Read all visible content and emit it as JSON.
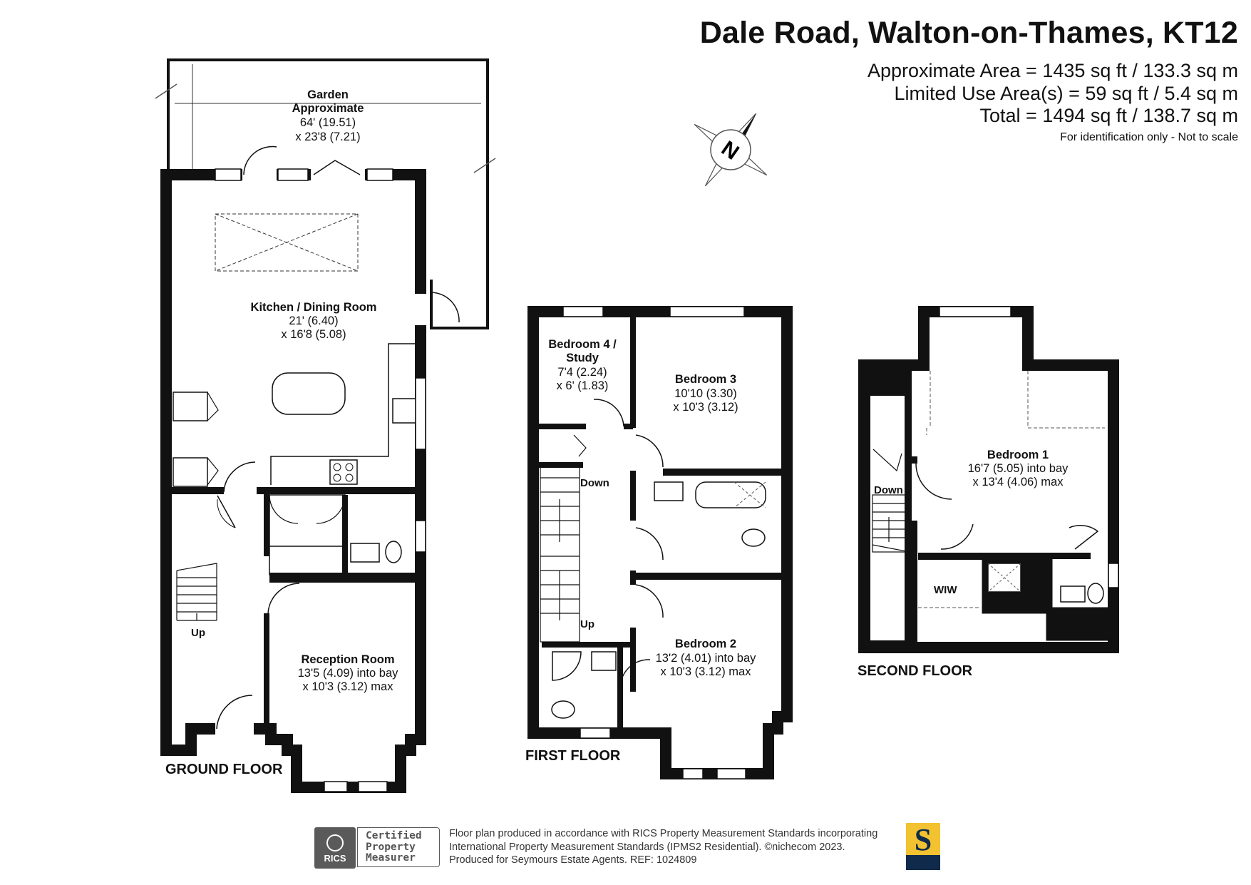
{
  "header": {
    "title": "Dale Road, Walton-on-Thames, KT12",
    "area_approx": "Approximate Area = 1435 sq ft / 133.3 sq m",
    "area_limited": "Limited Use Area(s) = 59 sq ft / 5.4 sq m",
    "area_total": "Total = 1494 sq ft / 138.7 sq m",
    "disclaimer": "For identification only - Not to scale"
  },
  "compass": {
    "label": "N"
  },
  "ground_floor": {
    "floor_label": "GROUND FLOOR",
    "garden": {
      "name": "Garden",
      "name2": "Approximate",
      "dim1": "64' (19.51)",
      "dim2": "x 23'8 (7.21)"
    },
    "kitchen": {
      "name": "Kitchen / Dining Room",
      "dim1": "21' (6.40)",
      "dim2": "x 16'8 (5.08)"
    },
    "reception": {
      "name": "Reception Room",
      "dim1": "13'5 (4.09) into bay",
      "dim2": "x 10'3 (3.12) max"
    },
    "stairs_label": "Up"
  },
  "first_floor": {
    "floor_label": "FIRST FLOOR",
    "bedroom4": {
      "name": "Bedroom 4 /",
      "name2": "Study",
      "dim1": "7'4 (2.24)",
      "dim2": "x 6' (1.83)"
    },
    "bedroom3": {
      "name": "Bedroom 3",
      "dim1": "10'10 (3.30)",
      "dim2": "x 10'3 (3.12)"
    },
    "bedroom2": {
      "name": "Bedroom 2",
      "dim1": "13'2 (4.01) into bay",
      "dim2": "x 10'3 (3.12) max"
    },
    "stairs_down": "Down",
    "stairs_up": "Up"
  },
  "second_floor": {
    "floor_label": "SECOND FLOOR",
    "bedroom1": {
      "name": "Bedroom 1",
      "dim1": "16'7 (5.05) into bay",
      "dim2": "x 13'4 (4.06) max"
    },
    "wiw": "WIW",
    "stairs_down": "Down"
  },
  "footer": {
    "line1": "Floor plan produced in accordance with RICS Property Measurement Standards incorporating",
    "line2": "International Property Measurement Standards (IPMS2 Residential).  ©nichecom 2023.",
    "line3": "Produced for Seymours Estate Agents.   REF:  1024809",
    "rics_badge": {
      "logo_text": "RICS",
      "line1": "Certified",
      "line2": "Property",
      "line3": "Measurer"
    },
    "agent_logo_letter": "S"
  },
  "colors": {
    "wall": "#111111",
    "agent_yellow": "#f2c230",
    "agent_navy": "#0f2a4a",
    "badge_grey": "#5a5a5a"
  }
}
